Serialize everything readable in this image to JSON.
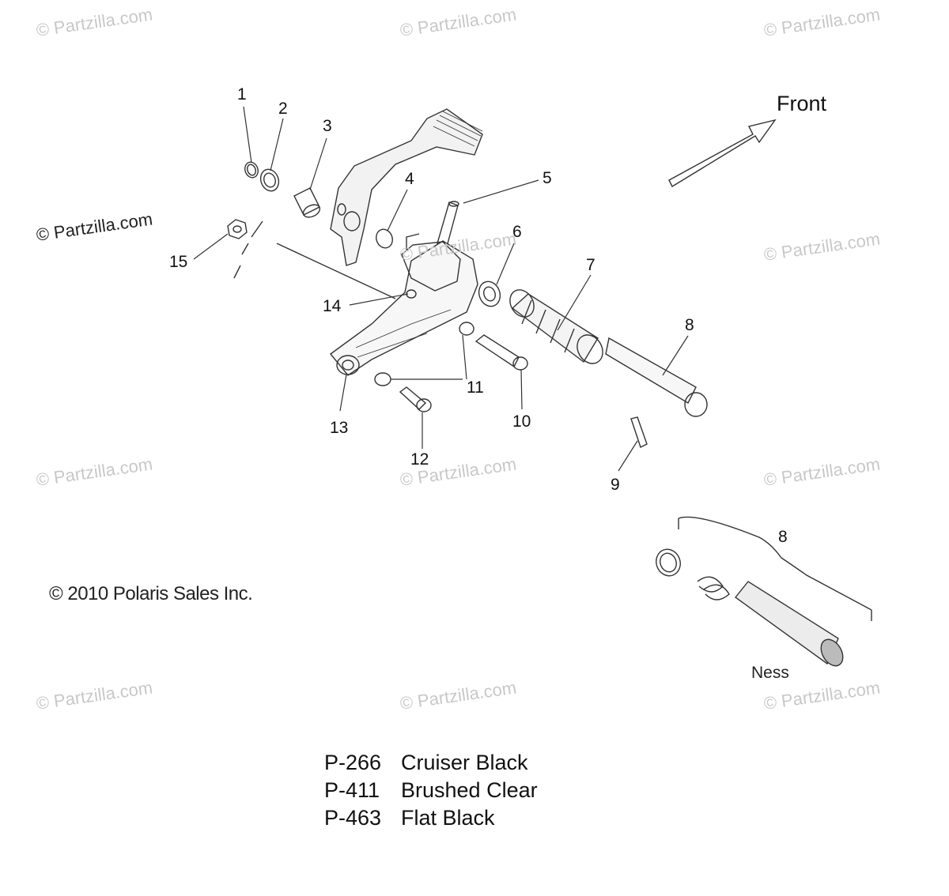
{
  "watermarks": [
    "© Partzilla.com",
    "© Partzilla.com",
    "© Partzilla.com",
    "© Partzilla.com",
    "© Partzilla.com",
    "© Partzilla.com",
    "© Partzilla.com",
    "© Partzilla.com",
    "© Partzilla.com",
    "© Partzilla.com",
    "© Partzilla.com"
  ],
  "main_watermark": "© Partzilla.com",
  "direction_label": "Front",
  "callouts": [
    "1",
    "2",
    "3",
    "4",
    "5",
    "6",
    "7",
    "8",
    "9",
    "10",
    "11",
    "12",
    "13",
    "14",
    "15",
    "8"
  ],
  "copyright": "© 2010 Polaris Sales Inc.",
  "variant_label": "Ness",
  "legend": [
    {
      "code": "P-266",
      "name": "Cruiser Black"
    },
    {
      "code": "P-411",
      "name": "Brushed Clear"
    },
    {
      "code": "P-463",
      "name": "Flat Black"
    }
  ]
}
